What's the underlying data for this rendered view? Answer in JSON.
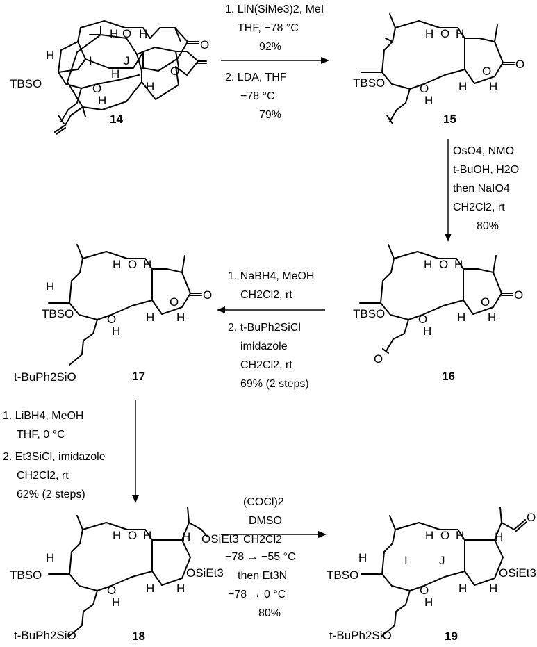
{
  "compounds": {
    "c14": "14",
    "c15": "15",
    "c16": "16",
    "c17": "17",
    "c18": "18",
    "c19": "19"
  },
  "labels": {
    "tbso": "TBSO",
    "tbdps_o": "t-BuPh2SiO",
    "osiet3": "OSiEt3",
    "h": "H",
    "o": "O",
    "ring_i": "I",
    "ring_j": "J"
  },
  "steps": {
    "step1": [
      "1. LiN(SiMe3)2, MeI",
      "THF,  −78 °C",
      "92%",
      "2. LDA, THF",
      "−78 °C",
      "79%"
    ],
    "step2": [
      "OsO4, NMO",
      "t-BuOH, H2O",
      "then NaIO4",
      "CH2Cl2, rt",
      "80%"
    ],
    "step3": [
      "1. NaBH4, MeOH",
      "CH2Cl2, rt",
      "2. t-BuPh2SiCl",
      "imidazole",
      "CH2Cl2, rt",
      "69% (2 steps)"
    ],
    "step4": [
      "1. LiBH4, MeOH",
      "THF, 0 °C",
      "2. Et3SiCl, imidazole",
      "CH2Cl2, rt",
      "62% (2 steps)"
    ],
    "step5": [
      "(COCl)2",
      "DMSO",
      "CH2Cl2",
      "−78 → −55 °C",
      "then Et3N",
      "−78 → 0 °C",
      "80%"
    ]
  }
}
